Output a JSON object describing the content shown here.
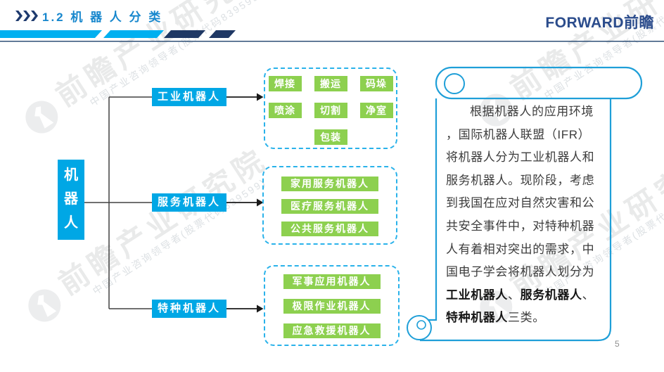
{
  "header": {
    "title": "1.2 机 器 人 分 类"
  },
  "logo": {
    "text": "FORWARD前瞻"
  },
  "diagram": {
    "root_label": "机器人",
    "branches": [
      {
        "label": "工业机器人",
        "items": [
          "焊接",
          "搬运",
          "码垛",
          "喷涂",
          "切割",
          "净室",
          "包装"
        ]
      },
      {
        "label": "服务机器人",
        "items": [
          "家用服务机器人",
          "医疗服务机器人",
          "公共服务机器人"
        ]
      },
      {
        "label": "特种机器人",
        "items": [
          "军事应用机器人",
          "极限作业机器人",
          "应急救援机器人"
        ]
      }
    ]
  },
  "panel": {
    "lines": [
      "根据机器人的应用环境",
      "，国际机器人联盟（IFR）",
      "将机器人分为工业机器人和",
      "服务机器人。现阶段，考虑",
      "到我国在应对自然灾害和公",
      "共安全事件中，对特种机器",
      "人有着相对突出的需求，中",
      "国电子学会将机器人划分为"
    ],
    "emph1": {
      "bold_a": "工业机器人",
      "sep_a": "、",
      "bold_b": "服务机器人",
      "sep_b": "、"
    },
    "emph2": {
      "bold": "特种机器人",
      "rest": "三类。"
    }
  },
  "watermark": {
    "big_text": "前瞻产业研究院",
    "small_text": "中国产业咨询领导者(股票代码839599)"
  },
  "footer": {
    "page_number": "5"
  },
  "colors": {
    "accent_cyan": "#00a7e5",
    "chip_green": "#8dd04f",
    "dashed_border": "#2ab2ea",
    "scroll_outline": "#1f9fd8",
    "navy": "#1f3864",
    "stripe_light_blue": "#00b0f0",
    "title_blue": "#1787cd",
    "logo_navy": "#2b4c8c"
  }
}
